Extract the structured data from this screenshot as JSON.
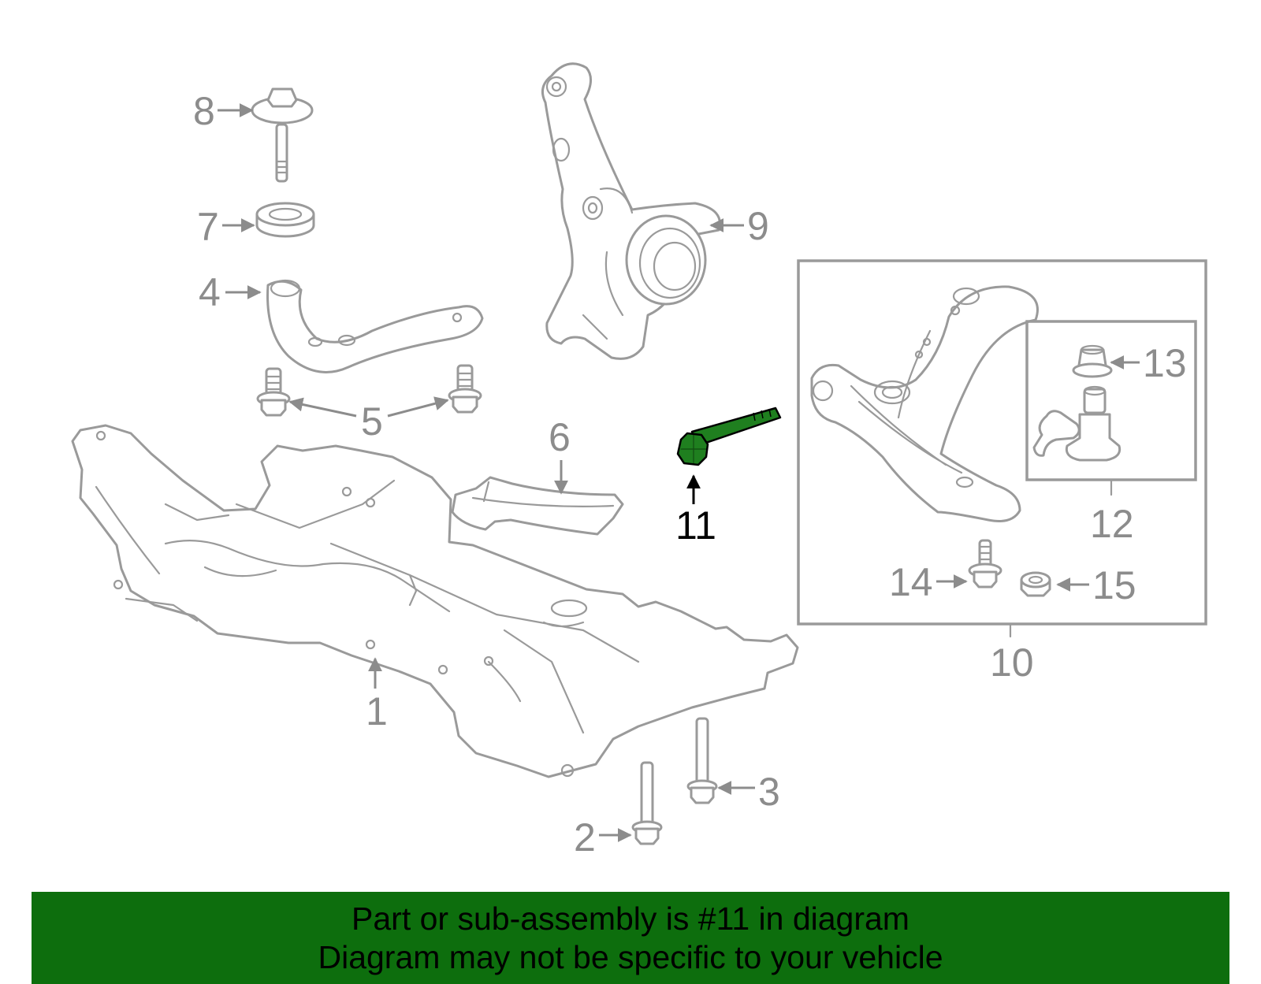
{
  "highlight_color": "#0d6e0d",
  "line_color": "#9a9a9a",
  "banner": {
    "line1": "Part or sub-assembly is #11 in diagram",
    "line2": "Diagram may not be specific to your vehicle"
  },
  "callouts": {
    "n1": "1",
    "n2": "2",
    "n3": "3",
    "n4": "4",
    "n5": "5",
    "n6": "6",
    "n7": "7",
    "n8": "8",
    "n9": "9",
    "n10": "10",
    "n11": "11",
    "n12": "12",
    "n13": "13",
    "n14": "14",
    "n15": "15"
  },
  "highlighted_part": "11"
}
